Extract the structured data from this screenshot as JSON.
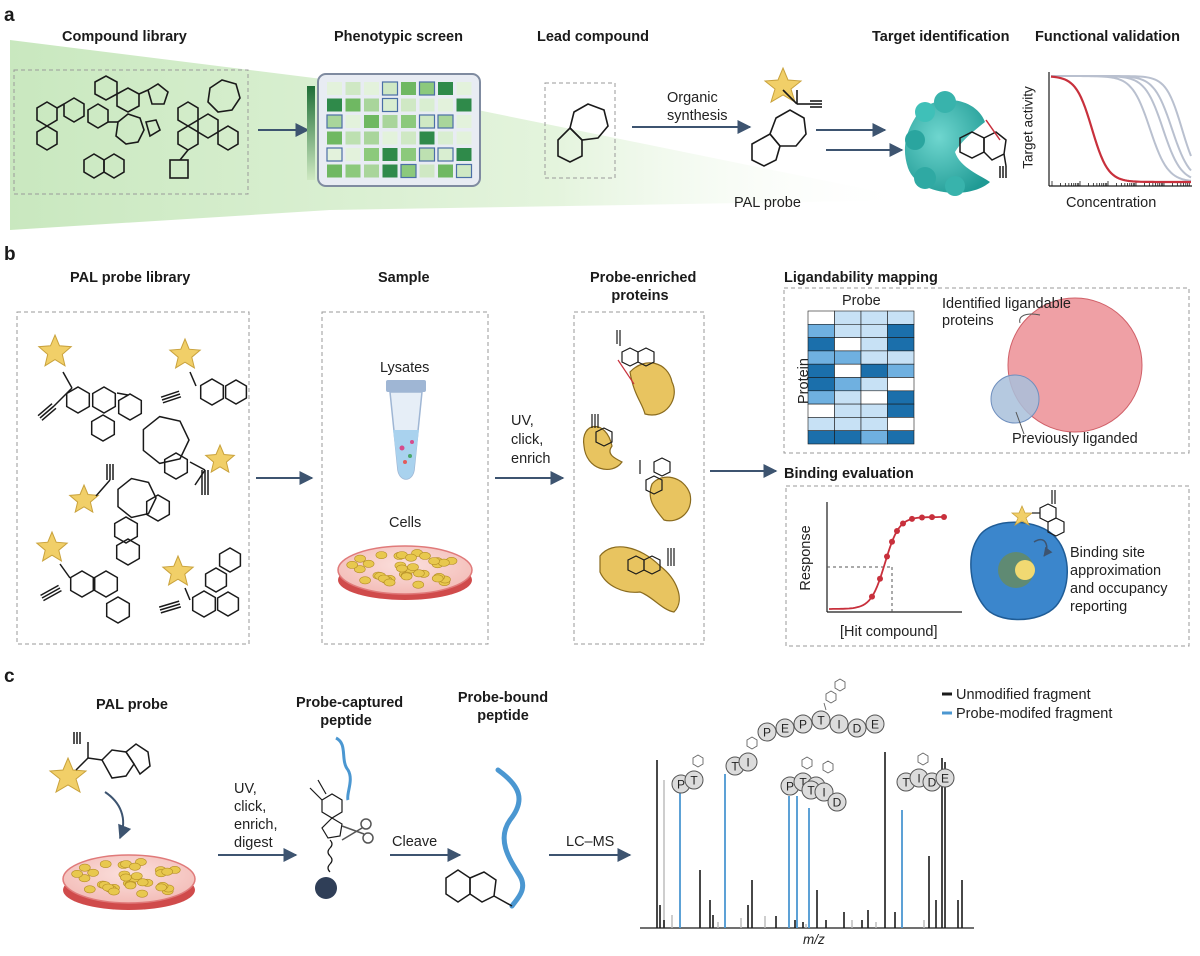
{
  "panels": {
    "a": {
      "letter": "a",
      "headings": {
        "compound_library": "Compound library",
        "phenotypic_screen": "Phenotypic screen",
        "lead_compound": "Lead compound",
        "target_identification": "Target identification",
        "functional_validation": "Functional validation"
      },
      "organic_synthesis": [
        "Organic",
        "synthesis"
      ],
      "pal_probe": "PAL probe",
      "graph": {
        "ylabel": "Target activity",
        "xlabel": "Concentration"
      }
    },
    "b": {
      "letter": "b",
      "headings": {
        "pal_probe_library": "PAL probe library",
        "sample": "Sample",
        "probe_enriched": [
          "Probe-enriched",
          "proteins"
        ],
        "ligandability_mapping": "Ligandability mapping",
        "binding_evaluation": "Binding evaluation"
      },
      "lysates": "Lysates",
      "cells": "Cells",
      "uv_step": [
        "UV,",
        "click,",
        "enrich"
      ],
      "heatmap": {
        "xlabel": "Probe",
        "ylabel": "Protein"
      },
      "venn": {
        "identified": [
          "Identified ligandable",
          "proteins"
        ],
        "previously": "Previously liganded"
      },
      "dose": {
        "ylabel": "Response",
        "xlabel": "[Hit compound]"
      },
      "binding_site": [
        "Binding site",
        "approximation",
        "and occupancy",
        "reporting"
      ]
    },
    "c": {
      "letter": "c",
      "headings": {
        "pal_probe": "PAL probe",
        "probe_captured": [
          "Probe-captured",
          "peptide"
        ],
        "probe_bound": [
          "Probe-bound",
          "peptide"
        ]
      },
      "uv_step": [
        "UV,",
        "click,",
        "enrich,",
        "digest"
      ],
      "cleave": "Cleave",
      "lcms": "LC–MS",
      "legend": {
        "unmodified": "Unmodified fragment",
        "modified": "Probe-modifed fragment"
      },
      "peptide_letters": [
        "P",
        "E",
        "P",
        "T",
        "I",
        "D",
        "E"
      ],
      "fragments": [
        [
          "P",
          "T"
        ],
        [
          "T",
          "I"
        ],
        [
          "P",
          "T",
          "I"
        ],
        [
          "T",
          "I",
          "D"
        ],
        [
          "T",
          "I",
          "D",
          "E"
        ]
      ],
      "spectrum_xlabel": "m/z"
    }
  },
  "colors": {
    "navy_arrow": "#3d5470",
    "red_curve": "#c8303c",
    "grey_curve": "#b9c0cf",
    "green_dark": "#2f8a4a",
    "teal_protein": "#35b6b0",
    "probe_star": "#f1cf68",
    "yellow_protein": "#e8c460",
    "blue_heatmap": "#1b6fab",
    "venn_red": "#ec8f95",
    "venn_blue": "#a8bfdb",
    "blue_protein": "#3b86cc",
    "modified_line": "#4b97d1",
    "unmodified_line": "#1a1a1a",
    "dish_red": "#e76d6d",
    "dish_cell": "#e8c84e"
  }
}
